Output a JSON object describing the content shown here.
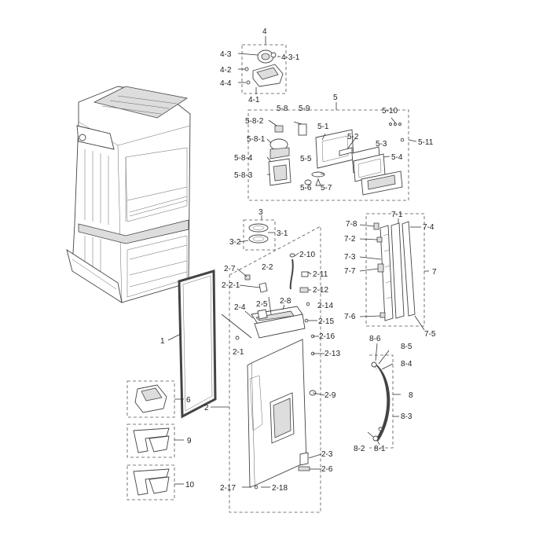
{
  "labels": {
    "l4": "4",
    "l4_3": "4-3",
    "l4_3_1": "4-3-1",
    "l4_2": "4-2",
    "l4_4": "4-4",
    "l4_1": "4-1",
    "l5": "5",
    "l5_8": "5-8",
    "l5_9": "5-9",
    "l5_10": "5-10",
    "l5_8_2": "5-8-2",
    "l5_1": "5-1",
    "l5_11": "5-11",
    "l5_8_1": "5-8-1",
    "l5_2": "5-2",
    "l5_3": "5-3",
    "l5_8_4": "5-8-4",
    "l5_5": "5-5",
    "l5_4": "5-4",
    "l5_8_3": "5-8-3",
    "l5_6": "5-6",
    "l5_7": "5-7",
    "l3": "3",
    "l3_1": "3-1",
    "l3_2": "3-2",
    "l7_8": "7-8",
    "l7_1": "7-1",
    "l7_4": "7-4",
    "l7_2": "7-2",
    "l7_3": "7-3",
    "l7": "7",
    "l7_7": "7-7",
    "l7_6": "7-6",
    "l7_5": "7-5",
    "l2_10": "2-10",
    "l2_7": "2-7",
    "l2_2": "2-2",
    "l2_11": "2-11",
    "l2_2_1": "2-2-1",
    "l2_12": "2-12",
    "l2_5": "2-5",
    "l2_8": "2-8",
    "l2_4": "2-4",
    "l2_14": "2-14",
    "l2_15": "2-15",
    "l2_16": "2-16",
    "l2_1": "2-1",
    "l2_13": "2-13",
    "l2": "2",
    "l2_9": "2-9",
    "l2_3": "2-3",
    "l2_6": "2-6",
    "l2_17": "2-17",
    "l2_18": "2-18",
    "l1": "1",
    "l8_6": "8-6",
    "l8_5": "8-5",
    "l8_4": "8-4",
    "l8": "8",
    "l8_3": "8-3",
    "l8_2": "8-2",
    "l8_1": "8-1",
    "l6": "6",
    "l9": "9",
    "l10": "10"
  }
}
